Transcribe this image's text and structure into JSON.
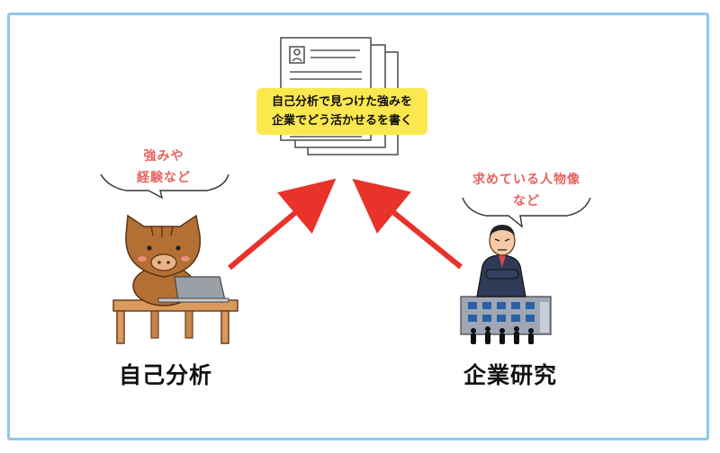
{
  "callout": {
    "line1": "自己分析で見つけた強みを",
    "line2": "企業でどう活かせるを書く"
  },
  "left": {
    "speech_line1": "強みや",
    "speech_line2": "経験など",
    "label": "自己分析"
  },
  "right": {
    "speech_line1": "求めている人物像",
    "speech_line2": "など",
    "label": "企業研究"
  },
  "colors": {
    "frame": "#8ec8ec",
    "arrow": "#e8322a",
    "callout_bg": "#fbe74e",
    "speech_text": "#e8635f"
  }
}
